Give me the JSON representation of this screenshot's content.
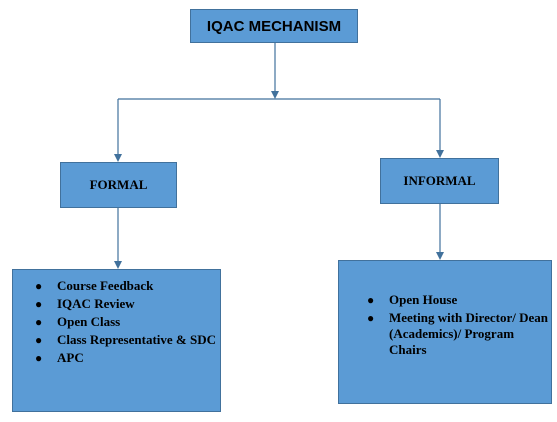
{
  "title": "IQAC MECHANISM",
  "formal": {
    "label": "FORMAL",
    "items": [
      "Course Feedback",
      "IQAC Review",
      "Open Class",
      "Class Representative & SDC",
      "APC"
    ]
  },
  "informal": {
    "label": "INFORMAL",
    "items": [
      "Open House",
      "Meeting with Director/ Dean (Academics)/ Program Chairs"
    ]
  },
  "colors": {
    "box_fill": "#5b9bd5",
    "box_border": "#41719c",
    "connector": "#41719c"
  },
  "bullet_glyph": "●"
}
